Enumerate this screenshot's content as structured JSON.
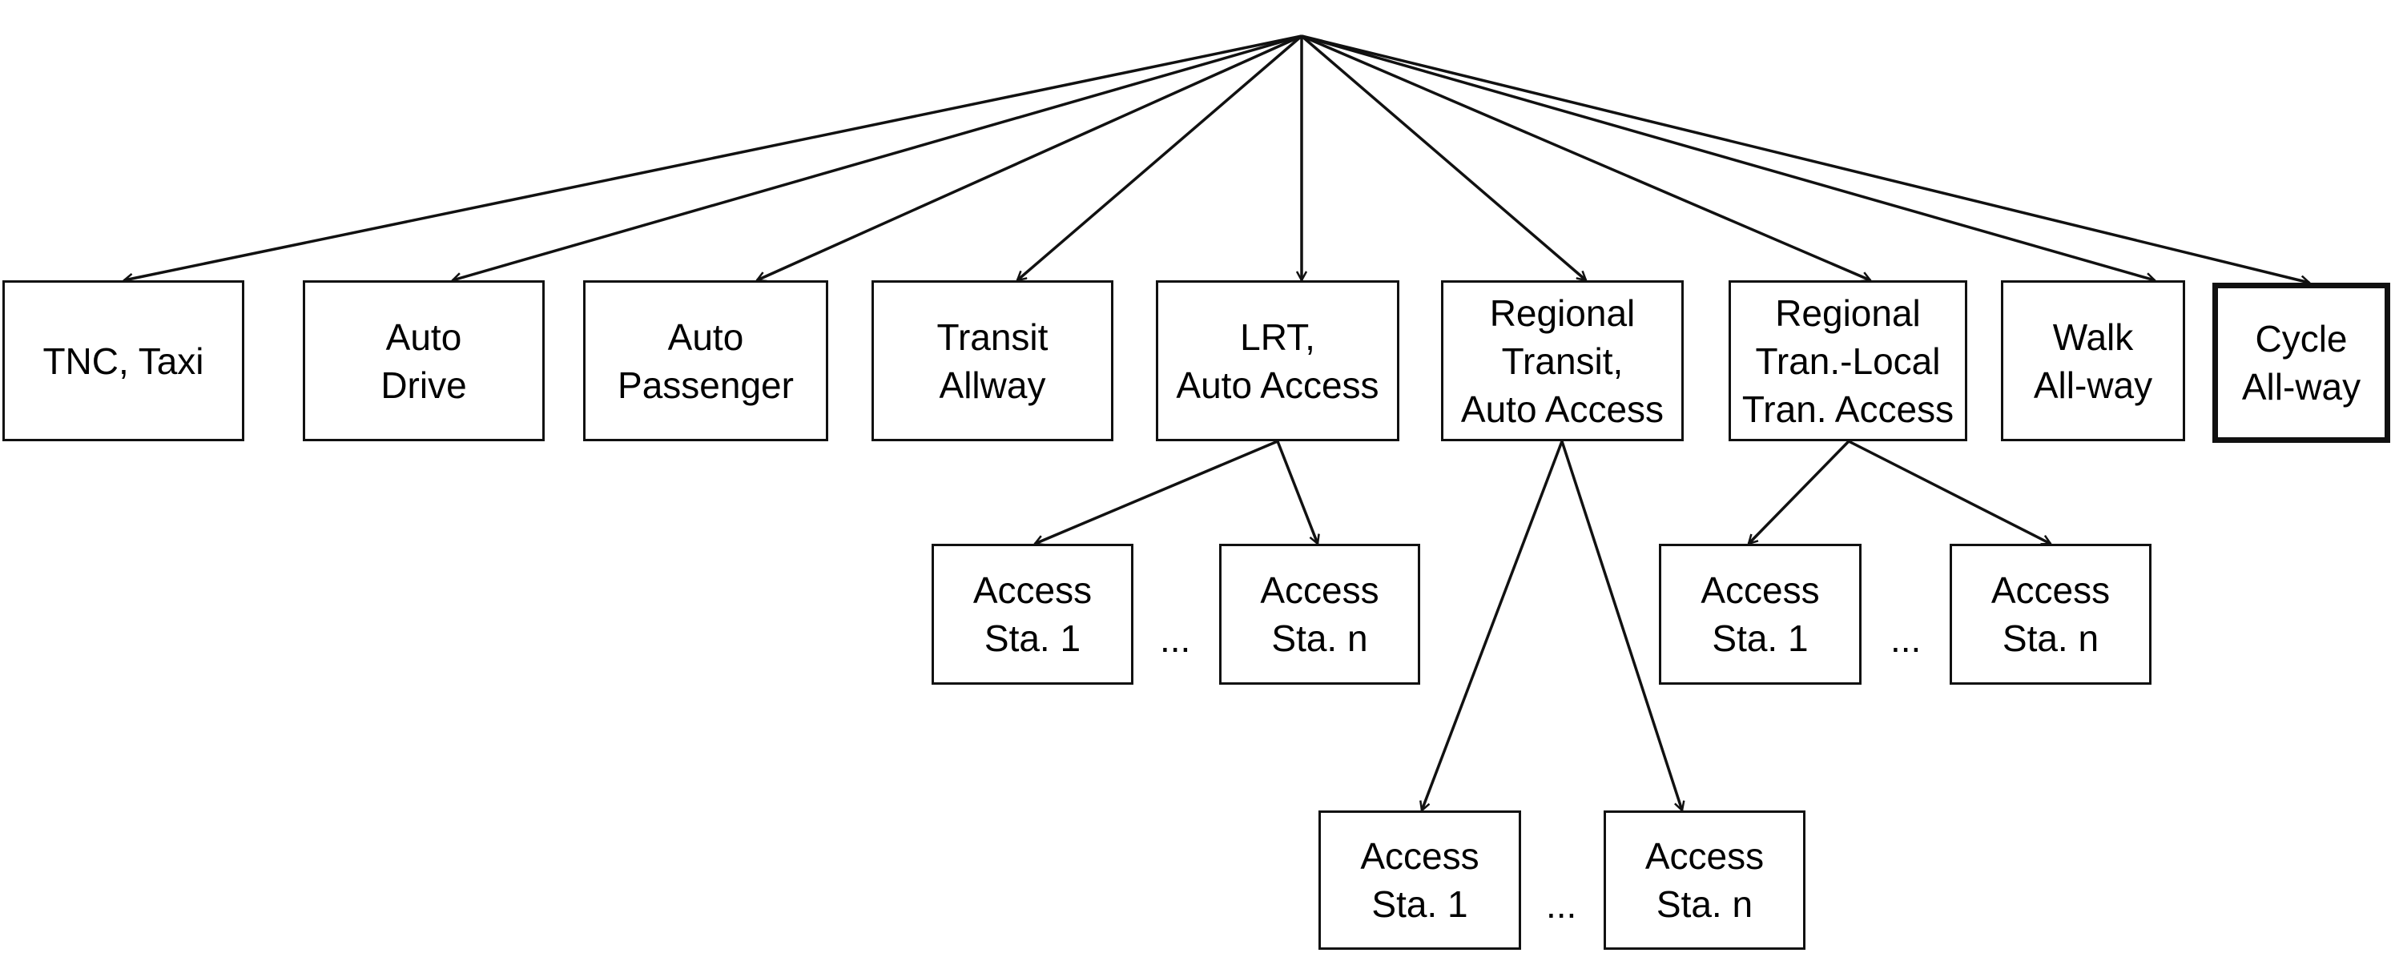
{
  "diagram": {
    "type": "tree",
    "root": {
      "label": ""
    },
    "top_nodes": [
      {
        "id": "tnc",
        "label": "TNC, Taxi",
        "emphasized": false
      },
      {
        "id": "auto_drive",
        "label": "Auto\nDrive",
        "emphasized": false
      },
      {
        "id": "auto_passenger",
        "label": "Auto\nPassenger",
        "emphasized": false
      },
      {
        "id": "transit_allway",
        "label": "Transit\nAllway",
        "emphasized": false
      },
      {
        "id": "lrt_auto",
        "label": "LRT,\nAuto Access",
        "emphasized": false
      },
      {
        "id": "regional_auto",
        "label": "Regional\nTransit,\nAuto Access",
        "emphasized": false
      },
      {
        "id": "regional_local",
        "label": "Regional\nTran.-Local\nTran. Access",
        "emphasized": false
      },
      {
        "id": "walk",
        "label": "Walk\nAll-way",
        "emphasized": false
      },
      {
        "id": "cycle",
        "label": "Cycle\nAll-way",
        "emphasized": true
      }
    ],
    "sub_groups": [
      {
        "parent": "lrt_auto",
        "children": [
          "Access\nSta. 1",
          "Access\nSta. n"
        ],
        "ellipsis": "..."
      },
      {
        "parent": "regional_auto",
        "children": [
          "Access\nSta. 1",
          "Access\nSta. n"
        ],
        "ellipsis": "..."
      },
      {
        "parent": "regional_local",
        "children": [
          "Access\nSta. 1",
          "Access\nSta. n"
        ],
        "ellipsis": "..."
      }
    ]
  }
}
